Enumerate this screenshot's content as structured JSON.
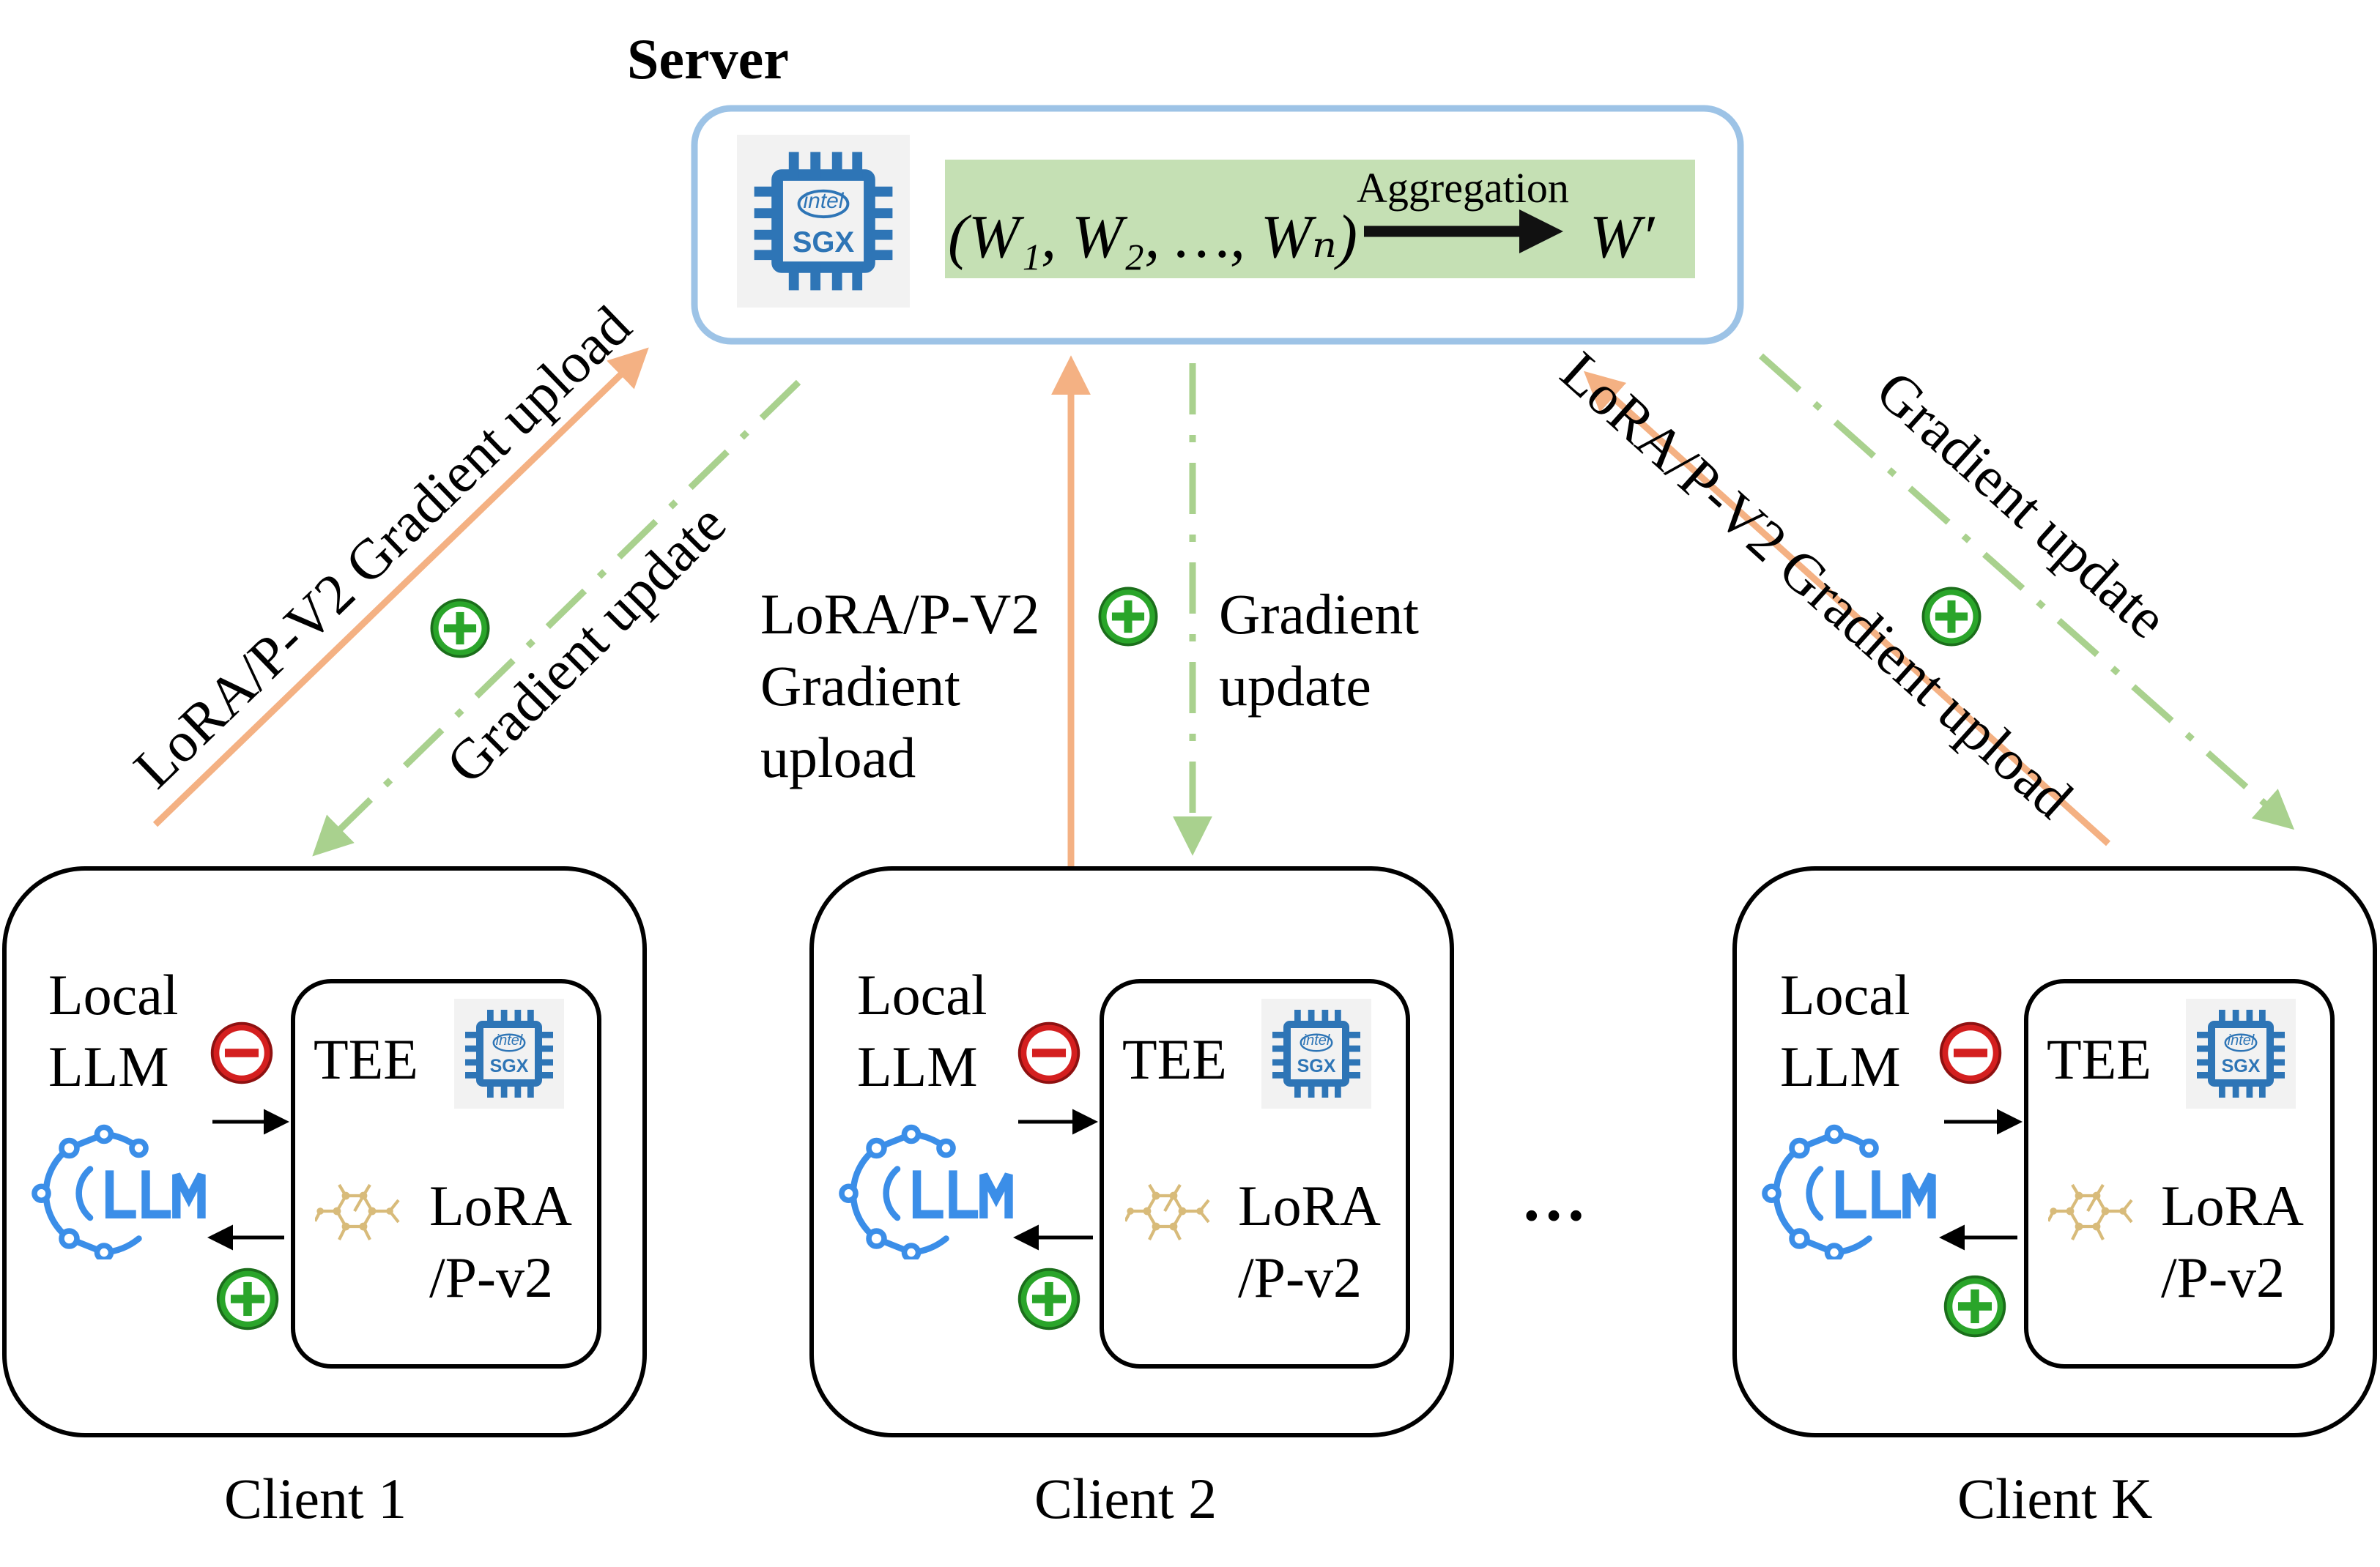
{
  "server": {
    "title": "Server",
    "chip_brand": "intel",
    "chip_label": "SGX",
    "formula_left": "(W₁, W₂, …, Wₙ)",
    "aggregation_label": "Aggregation",
    "formula_right": "W′"
  },
  "links": {
    "left_upload": "LoRA/P-V2 Gradient upload",
    "left_update": "Gradient update",
    "mid_upload": "LoRA/P-V2\nGradient\nupload",
    "mid_update": "Gradient\nupdate",
    "right_upload": "LoRA/P-V2 Gradient upload",
    "right_update": "Gradient update"
  },
  "clients": [
    {
      "name": "Client 1",
      "local": "Local\nLLM",
      "tee": "TEE",
      "module": "LoRA\n/P-v2",
      "llm_logo": "LLM",
      "chip_brand": "intel",
      "chip_label": "SGX"
    },
    {
      "name": "Client 2",
      "local": "Local\nLLM",
      "tee": "TEE",
      "module": "LoRA\n/P-v2",
      "llm_logo": "LLM",
      "chip_brand": "intel",
      "chip_label": "SGX"
    },
    {
      "name": "Client K",
      "local": "Local\nLLM",
      "tee": "TEE",
      "module": "LoRA\n/P-v2",
      "llm_logo": "LLM",
      "chip_brand": "intel",
      "chip_label": "SGX"
    }
  ],
  "ellipsis": "…",
  "colors": {
    "upload_arrow": "#f4b183",
    "update_arrow": "#a9d18e",
    "server_border": "#9dc3e6",
    "formula_bg": "#c5e0b4",
    "chip": "#2e75b6",
    "llm_logo": "#3b8ee8",
    "plus": "#2aa52a",
    "minus": "#d41f1f",
    "molecule": "#d8bb7a"
  },
  "icons": {
    "plus": "plus-circle-icon",
    "minus": "minus-circle-icon",
    "chip": "intel-sgx-chip-icon",
    "llm": "llm-logo-icon",
    "molecule": "molecule-icon"
  }
}
